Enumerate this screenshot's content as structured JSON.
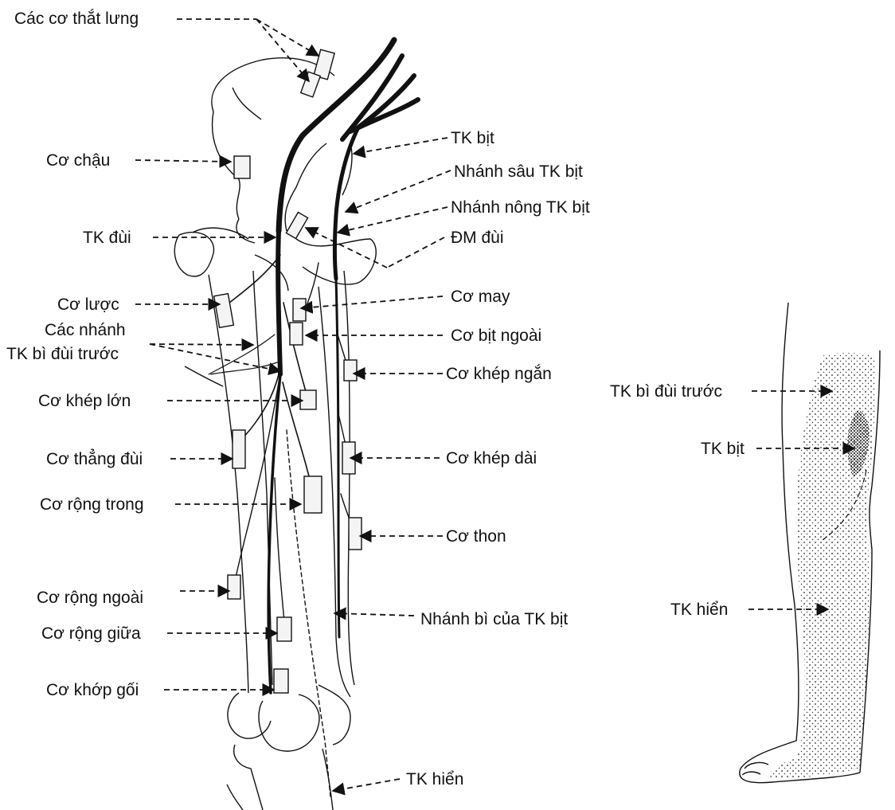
{
  "labels": {
    "cac_co_that_lung": "Các cơ thắt lưng",
    "co_chau": "Cơ chậu",
    "tk_dui": "TK đùi",
    "co_luoc": "Cơ lược",
    "cac_nhanh": "Các nhánh",
    "tk_bi_dui_truoc_left": "TK bì đùi trước",
    "co_khep_lon": "Cơ khép lớn",
    "co_thang_dui": "Cơ thẳng đùi",
    "co_rong_trong": "Cơ rộng trong",
    "co_rong_ngoai": "Cơ rộng ngoài",
    "co_rong_giua": "Cơ rộng giữa",
    "co_khop_goi": "Cơ khớp gối",
    "tk_bit": "TK bịt",
    "nhanh_sau_tk_bit": "Nhánh sâu TK bịt",
    "nhanh_nong_tk_bit": "Nhánh nông TK bịt",
    "dm_dui": "ĐM đùi",
    "co_may": "Cơ may",
    "co_bit_ngoai": "Cơ bịt ngoài",
    "co_khep_ngan": "Cơ khép ngắn",
    "co_khep_dai": "Cơ khép dài",
    "co_thon": "Cơ thon",
    "nhanh_bi_cua_tk_bit": "Nhánh bì của TK bịt",
    "tk_hien_bottom": "TK hiển",
    "tk_bi_dui_truoc_right": "TK bì đùi trước",
    "tk_bit_right": "TK bịt",
    "tk_hien_right": "TK hiển"
  },
  "colors": {
    "ink": "#111111",
    "paper": "#ffffff"
  }
}
